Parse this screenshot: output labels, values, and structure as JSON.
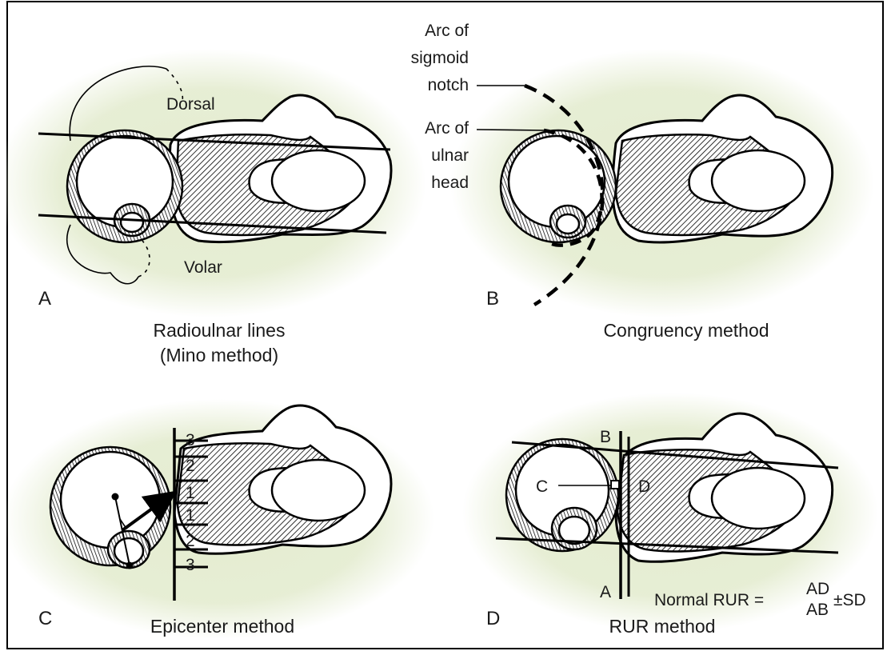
{
  "panels": [
    {
      "letter": "A",
      "caption_line1": "Radioulnar lines",
      "caption_line2": "(Mino method)",
      "labels": {
        "dorsal": "Dorsal",
        "volar": "Volar"
      }
    },
    {
      "letter": "B",
      "caption_line1": "Congruency method",
      "labels": {
        "sigmoid_line1": "Arc of",
        "sigmoid_line2": "sigmoid",
        "sigmoid_line3": "notch",
        "ulnar_line1": "Arc of",
        "ulnar_line2": "ulnar",
        "ulnar_line3": "head"
      }
    },
    {
      "letter": "C",
      "caption_line1": "Epicenter method",
      "scale_numbers": [
        "3",
        "2",
        "1",
        "1",
        "2",
        "3"
      ]
    },
    {
      "letter": "D",
      "caption_line1": "RUR method",
      "points": {
        "b": "B",
        "c": "C",
        "d": "D",
        "a": "A"
      },
      "formula": {
        "prefix": "Normal RUR =",
        "numerator": "AD",
        "denominator": "AB",
        "suffix": "±SD"
      }
    }
  ],
  "colors": {
    "background_glow": "#e4ecd0",
    "line": "#000000",
    "background": "#ffffff"
  }
}
